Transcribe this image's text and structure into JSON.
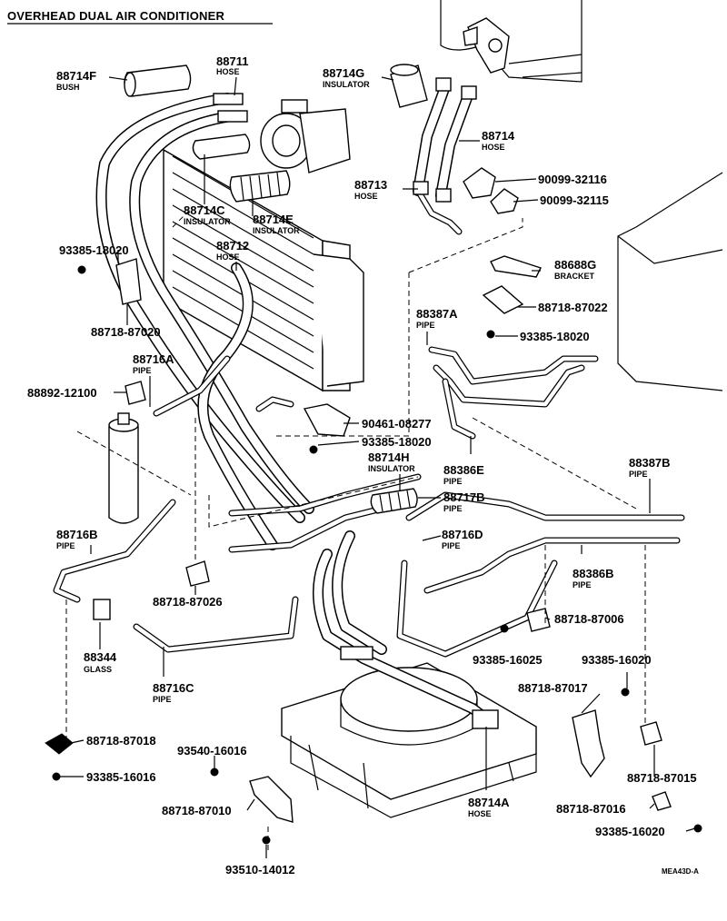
{
  "title": "OVERHEAD DUAL AIR CONDITIONER",
  "code": "MEA43D-A",
  "labels": [
    {
      "id": "88714F",
      "number": "88714F",
      "desc": "BUSH"
    },
    {
      "id": "88711",
      "number": "88711",
      "desc": "HOSE"
    },
    {
      "id": "88714G",
      "number": "88714G",
      "desc": "INSULATOR"
    },
    {
      "id": "88714",
      "number": "88714",
      "desc": "HOSE"
    },
    {
      "id": "90099-32116",
      "number": "90099-32116",
      "desc": ""
    },
    {
      "id": "88713",
      "number": "88713",
      "desc": "HOSE"
    },
    {
      "id": "90099-32115",
      "number": "90099-32115",
      "desc": ""
    },
    {
      "id": "88714C",
      "number": "88714C",
      "desc": "INSULATOR"
    },
    {
      "id": "88714E",
      "number": "88714E",
      "desc": "INSULATOR"
    },
    {
      "id": "93385-18020-a",
      "number": "93385-18020",
      "desc": ""
    },
    {
      "id": "88712",
      "number": "88712",
      "desc": "HOSE"
    },
    {
      "id": "88688G",
      "number": "88688G",
      "desc": "BRACKET"
    },
    {
      "id": "88718-87022",
      "number": "88718-87022",
      "desc": ""
    },
    {
      "id": "88387A",
      "number": "88387A",
      "desc": "PIPE"
    },
    {
      "id": "88718-87020",
      "number": "88718-87020",
      "desc": ""
    },
    {
      "id": "93385-18020-b",
      "number": "93385-18020",
      "desc": ""
    },
    {
      "id": "88716A",
      "number": "88716A",
      "desc": "PIPE"
    },
    {
      "id": "88892-12100",
      "number": "88892-12100",
      "desc": ""
    },
    {
      "id": "90461-08277",
      "number": "90461-08277",
      "desc": ""
    },
    {
      "id": "93385-18020-c",
      "number": "93385-18020",
      "desc": ""
    },
    {
      "id": "88714H",
      "number": "88714H",
      "desc": "INSULATOR"
    },
    {
      "id": "88386E",
      "number": "88386E",
      "desc": "PIPE"
    },
    {
      "id": "88387B",
      "number": "88387B",
      "desc": "PIPE"
    },
    {
      "id": "88717B",
      "number": "88717B",
      "desc": "PIPE"
    },
    {
      "id": "88716B",
      "number": "88716B",
      "desc": "PIPE"
    },
    {
      "id": "88716D",
      "number": "88716D",
      "desc": "PIPE"
    },
    {
      "id": "88386B",
      "number": "88386B",
      "desc": "PIPE"
    },
    {
      "id": "88718-87026",
      "number": "88718-87026",
      "desc": ""
    },
    {
      "id": "88718-87006",
      "number": "88718-87006",
      "desc": ""
    },
    {
      "id": "88344",
      "number": "88344",
      "desc": "GLASS"
    },
    {
      "id": "93385-16025",
      "number": "93385-16025",
      "desc": ""
    },
    {
      "id": "93385-16020-a",
      "number": "93385-16020",
      "desc": ""
    },
    {
      "id": "88716C",
      "number": "88716C",
      "desc": "PIPE"
    },
    {
      "id": "88718-87017",
      "number": "88718-87017",
      "desc": ""
    },
    {
      "id": "88718-87018",
      "number": "88718-87018",
      "desc": ""
    },
    {
      "id": "93540-16016",
      "number": "93540-16016",
      "desc": ""
    },
    {
      "id": "93385-16016",
      "number": "93385-16016",
      "desc": ""
    },
    {
      "id": "88714A",
      "number": "88714A",
      "desc": "HOSE"
    },
    {
      "id": "88718-87015",
      "number": "88718-87015",
      "desc": ""
    },
    {
      "id": "88718-87010",
      "number": "88718-87010",
      "desc": ""
    },
    {
      "id": "88718-87016",
      "number": "88718-87016",
      "desc": ""
    },
    {
      "id": "93385-16020-b",
      "number": "93385-16020",
      "desc": ""
    },
    {
      "id": "93510-14012",
      "number": "93510-14012",
      "desc": ""
    }
  ]
}
